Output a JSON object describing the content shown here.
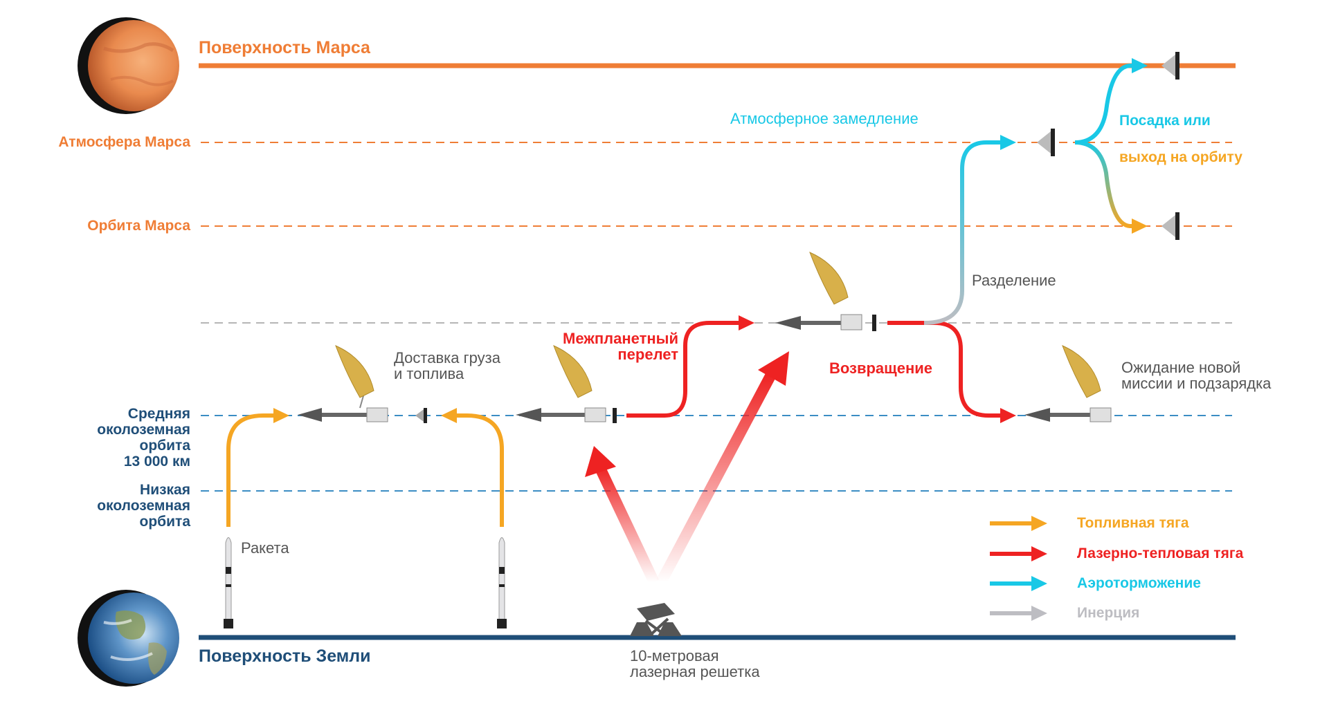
{
  "levels": {
    "mars_surface": "Поверхность Марса",
    "mars_atmosphere": "Атмосфера Марса",
    "mars_orbit": "Орбита Марса",
    "meo_1": "Средняя",
    "meo_2": "околоземная",
    "meo_3": "орбита",
    "meo_4": "13 000 км",
    "leo_1": "Низкая",
    "leo_2": "околоземная",
    "leo_3": "орбита",
    "earth_surface": "Поверхность Земли"
  },
  "annotations": {
    "rocket": "Ракета",
    "cargo_1": "Доставка груза",
    "cargo_2": "и топлива",
    "transfer_1": "Межпланетный",
    "transfer_2": "перелет",
    "return": "Возвращение",
    "wait_1": "Ожидание новой",
    "wait_2": "миссии и подзарядка",
    "separation": "Разделение",
    "aerobraking": "Атмосферное замедление",
    "landing_1": "Посадка или",
    "landing_2": "выход на орбиту",
    "laser_1": "10-метровая",
    "laser_2": "лазерная решетка"
  },
  "legend": [
    {
      "label": "Топливная тяга",
      "color": "#f5a623"
    },
    {
      "label": "Лазерно-тепловая тяга",
      "color": "#ee2222"
    },
    {
      "label": "Аэроторможение",
      "color": "#19c8e6"
    },
    {
      "label": "Инерция",
      "color": "#bdbdc2"
    }
  ],
  "colors": {
    "mars": "#ef7d35",
    "earth": "#1f4e78",
    "orbit_blue": "#3b8dc4",
    "fuel": "#f5a623",
    "laser": "#ee2222",
    "aero": "#19c8e6",
    "inertia": "#bdbdc2",
    "grey_text": "#555555"
  }
}
